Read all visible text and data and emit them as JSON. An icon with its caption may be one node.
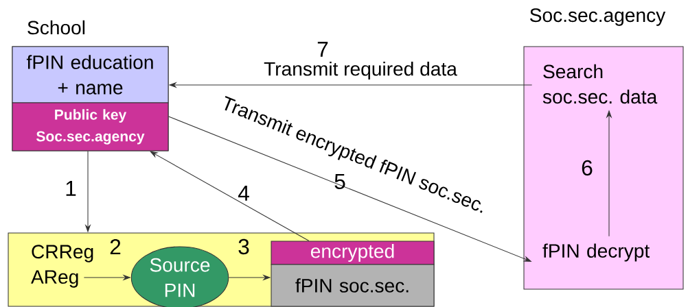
{
  "diagram": {
    "nodes": [
      {
        "text": [
          "School"
        ]
      },
      {
        "text": [
          "fPIN education + name"
        ],
        "in": 0
      },
      {
        "text": [
          "Public key Soc.sec.agency"
        ],
        "in": 0
      },
      {
        "text": [],
        "shape": "box"
      },
      {
        "text": [
          "CRReg AReg"
        ],
        "in": 3
      },
      {
        "text": [
          "Source PIN"
        ],
        "in": 3
      },
      {
        "text": [
          "encrypted"
        ],
        "in": 3
      },
      {
        "text": [
          "fPIN soc.sec."
        ],
        "in": 3
      },
      {
        "text": [
          "Soc.sec.agency"
        ]
      },
      {
        "text": [
          "Search soc.sec. data"
        ],
        "in": 8
      },
      {
        "text": [
          "fPIN decrypt"
        ],
        "in": 8
      }
    ],
    "edges": [
      {
        "from": 2,
        "to": 3,
        "arrow": "to",
        "label": "1"
      },
      {
        "from": 4,
        "to": 5,
        "arrow": "to",
        "label": "2"
      },
      {
        "from": 5,
        "to": 7,
        "arrow": "to",
        "label": "3"
      },
      {
        "from": 6,
        "to": 2,
        "arrow": "to",
        "label": "4"
      },
      {
        "from": 2,
        "to": 10,
        "arrow": "to",
        "label": "Transmit encrypted fPIN soc.sec."
      },
      {
        "from": 10,
        "to": 9,
        "arrow": "to",
        "label": "6"
      },
      {
        "from": 9,
        "to": 1,
        "arrow": "to",
        "label": "Transmit required data"
      }
    ],
    "labels": [
      "7",
      "5"
    ]
  }
}
